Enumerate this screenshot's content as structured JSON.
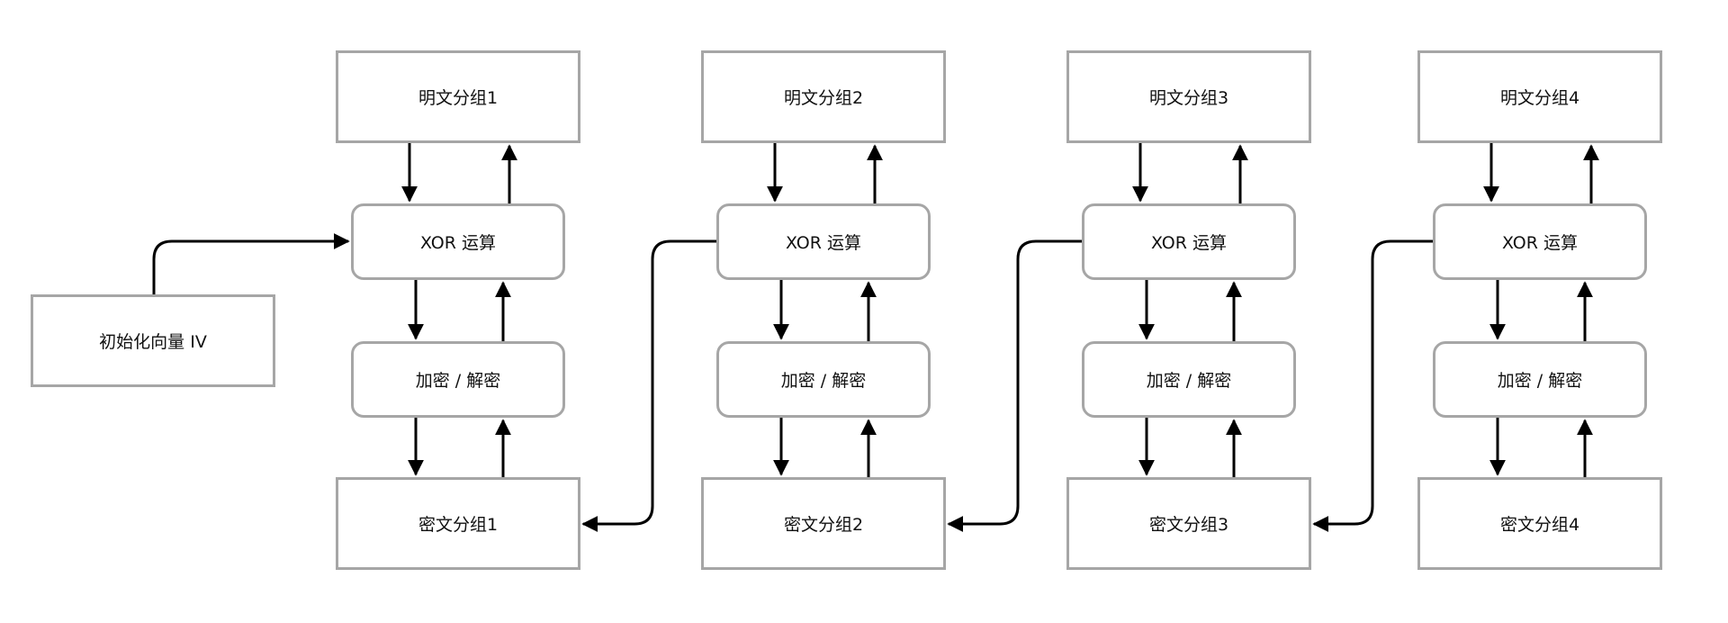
{
  "diagram": {
    "iv": {
      "label": "初始化向量 IV"
    },
    "columns": [
      {
        "plaintext": "明文分组1",
        "xor": "XOR 运算",
        "cipher_op": "加密 / 解密",
        "ciphertext": "密文分组1"
      },
      {
        "plaintext": "明文分组2",
        "xor": "XOR 运算",
        "cipher_op": "加密 / 解密",
        "ciphertext": "密文分组2"
      },
      {
        "plaintext": "明文分组3",
        "xor": "XOR 运算",
        "cipher_op": "加密 / 解密",
        "ciphertext": "密文分组3"
      },
      {
        "plaintext": "明文分组4",
        "xor": "XOR 运算",
        "cipher_op": "加密 / 解密",
        "ciphertext": "密文分组4"
      }
    ],
    "colors": {
      "box_border": "#a6a6a6",
      "arrow": "#000000",
      "text": "#111111"
    }
  }
}
